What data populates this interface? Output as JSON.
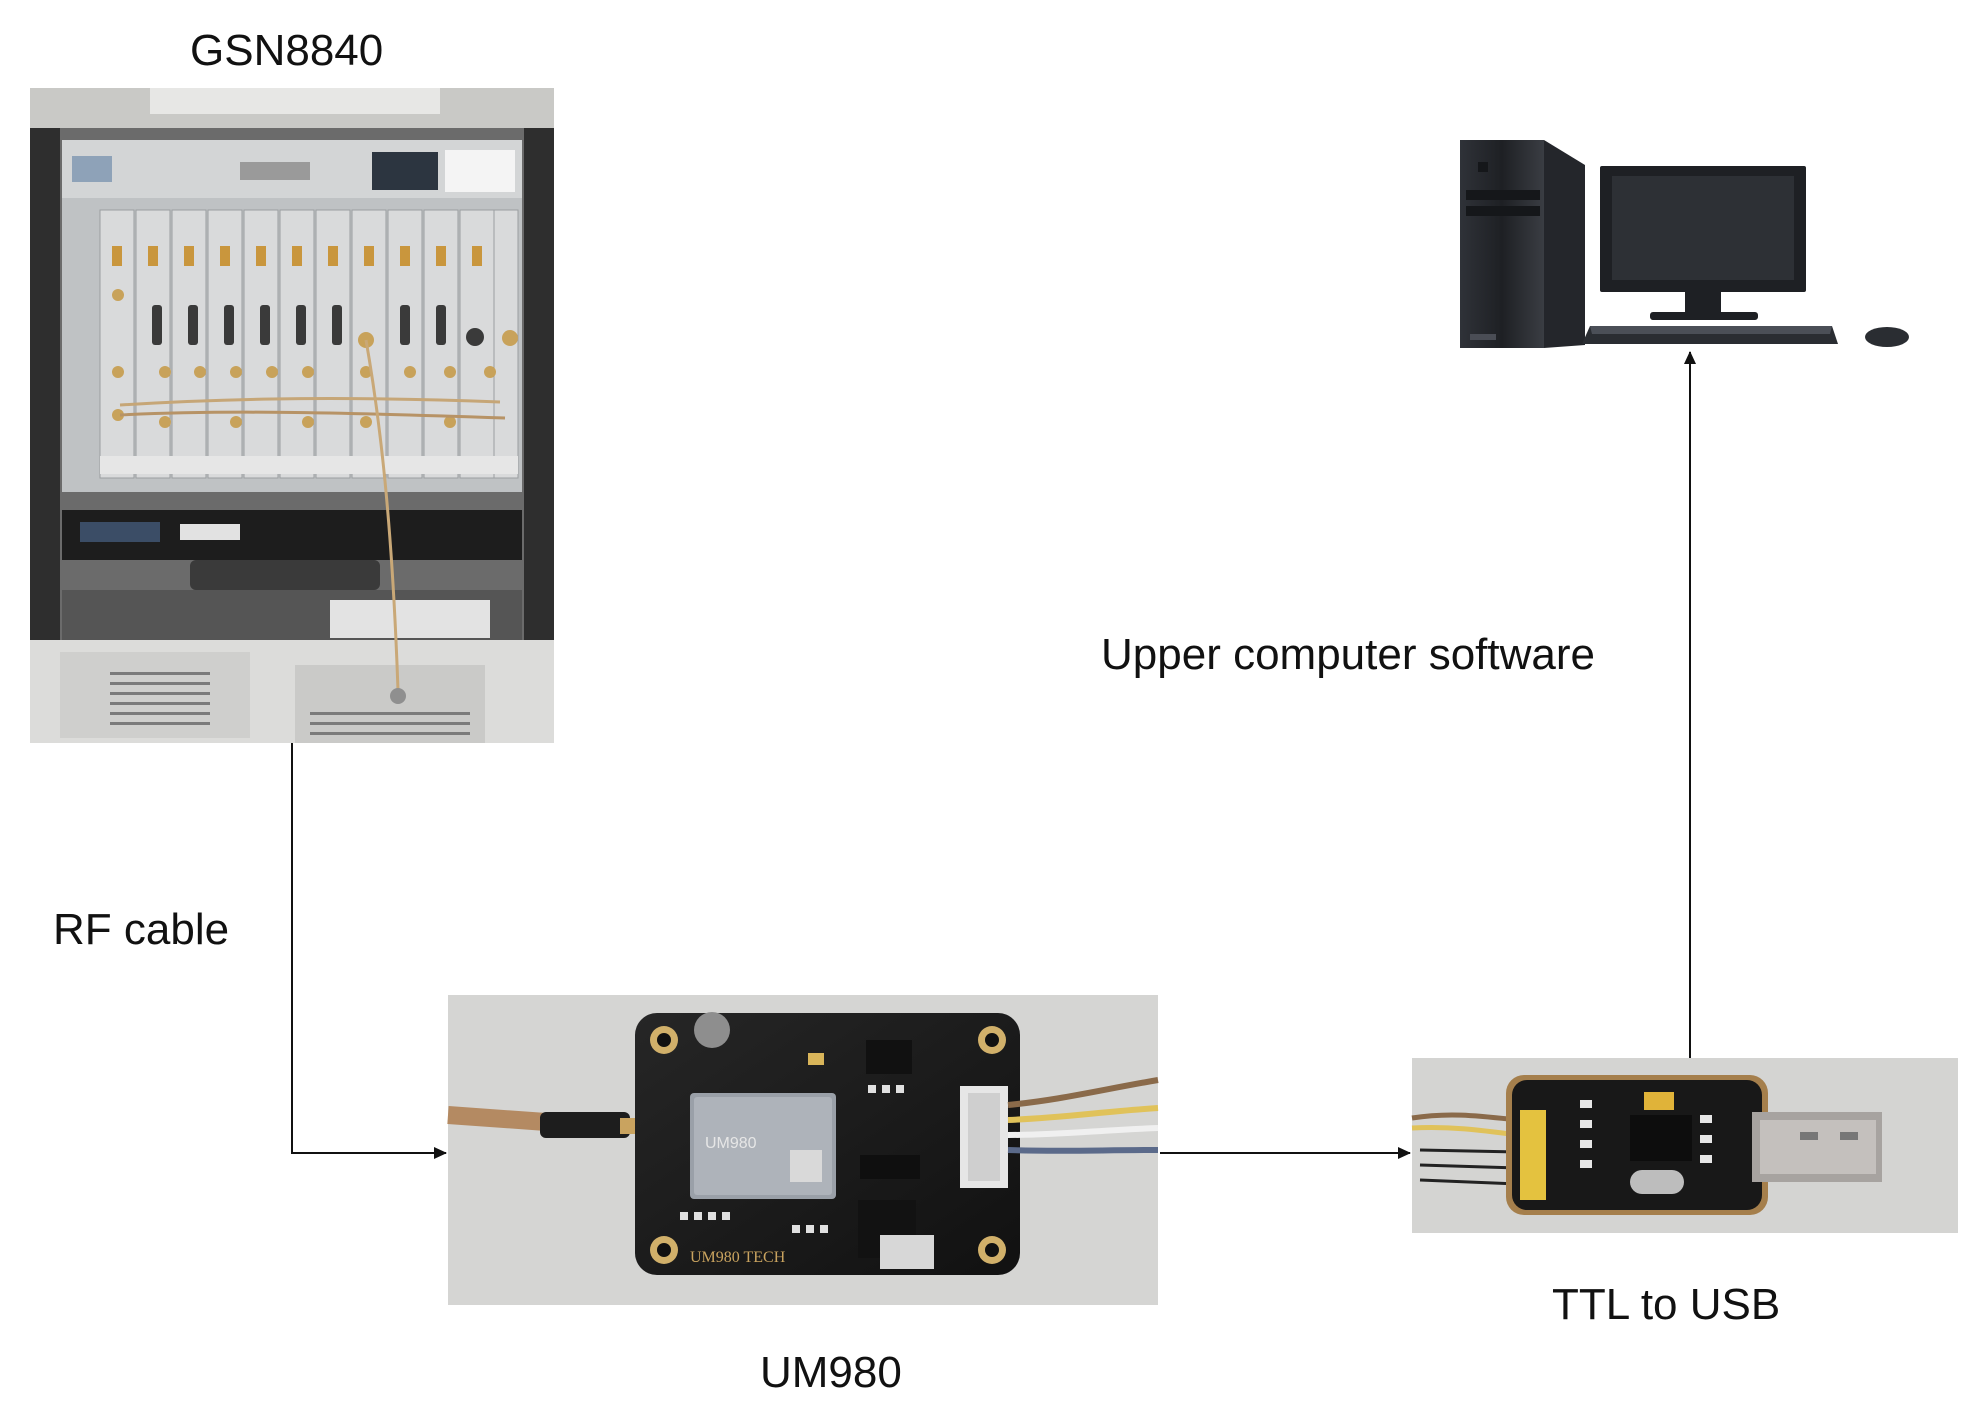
{
  "nodes": {
    "gsn8840": {
      "label": "GSN8840"
    },
    "um980": {
      "label": "UM980"
    },
    "ttl_usb": {
      "label": "TTL to USB"
    },
    "computer": {
      "label": ""
    }
  },
  "edges": {
    "rf_cable": {
      "label": "RF cable"
    },
    "software": {
      "label": "Upper computer software"
    }
  },
  "photo_text": {
    "um980_module": "UM980",
    "um980_board": "UM980 TECH"
  },
  "colors": {
    "line": "#111111",
    "board": "#1b1b1b",
    "background_photo": "#d9d9d9"
  }
}
